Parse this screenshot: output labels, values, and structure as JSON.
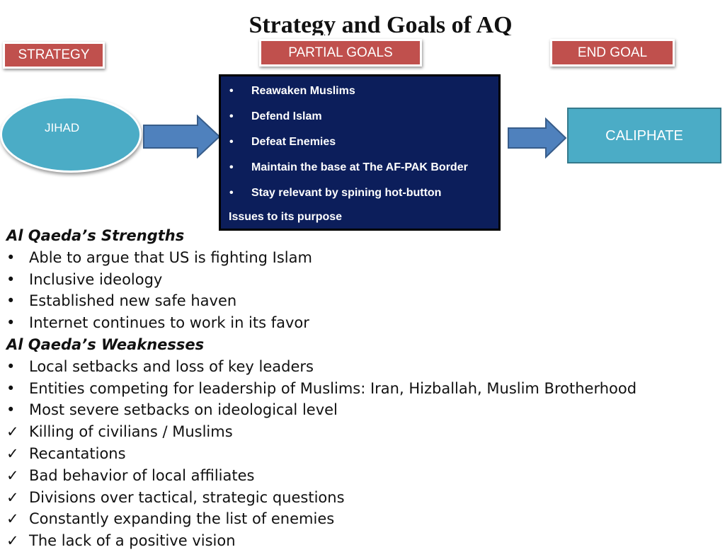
{
  "title": "Strategy and Goals of  AQ",
  "labels": {
    "strategy": "STRATEGY",
    "partial_goals": "PARTIAL GOALS",
    "end_goal": "END GOAL"
  },
  "diagram": {
    "strategy_node": "JIHAD",
    "end_node": "CALIPHATE",
    "partial_goals": [
      "Reawaken Muslims",
      "Defend Islam",
      "Defeat Enemies",
      "Maintain the base at The AF-PAK  Border",
      "Stay relevant by spining hot-button"
    ],
    "partial_goals_continuation": "Issues to its purpose",
    "colors": {
      "tag_red": "#c0504d",
      "node_teal": "#4bacc6",
      "goals_navy": "#0c1e5b",
      "arrow_blue": "#4f81bd"
    }
  },
  "strengths": {
    "heading": "Al Qaeda’s Strengths",
    "items": [
      "Able to argue that US is fighting Islam",
      "Inclusive ideology",
      "Established new safe haven",
      "Internet continues to work in its favor"
    ]
  },
  "weaknesses": {
    "heading": "Al Qaeda’s Weaknesses",
    "items": [
      "Local setbacks and loss of key leaders",
      "Entities competing for leadership of Muslims: Iran, Hizballah, Muslim Brotherhood",
      "Most severe setbacks on ideological level"
    ],
    "checked_items": [
      "Killing of civilians / Muslims",
      "Recantations",
      "Bad behavior of local affiliates",
      "Divisions over tactical, strategic questions",
      "Constantly expanding the list of enemies",
      "The lack of a positive vision"
    ]
  },
  "bullet_symbol": "•",
  "check_symbol": "✓"
}
